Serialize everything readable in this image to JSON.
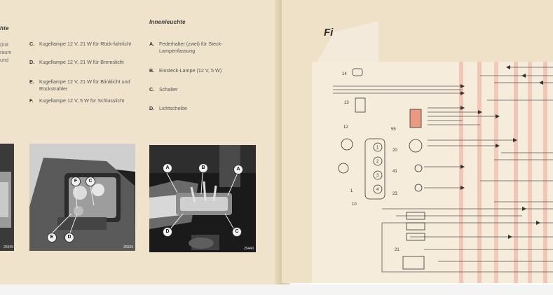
{
  "left_page": {
    "partial_heading": "hte",
    "partial_lines": [
      "(mit",
      "raum",
      "und"
    ],
    "rear_lights_items": [
      {
        "letter": "C.",
        "text": "Kugellampe 12 V, 21 W für Rück-fahrlicht"
      },
      {
        "letter": "D.",
        "text": "Kugellampe 12 V, 21 W für Bremslicht"
      },
      {
        "letter": "E.",
        "text": "Kugellampe 12 V, 21 W für Blinklicht und Rückstrahler"
      },
      {
        "letter": "F.",
        "text": "Kugellampe 12 V, 5 W für Schlusslicht"
      }
    ],
    "interior_heading": "Innenleuchte",
    "interior_items": [
      {
        "letter": "A.",
        "text": "Federhalter (zwei) für Steck-Lampenfassung"
      },
      {
        "letter": "B.",
        "text": "Einsteck-Lampe (12 V, 5 W)"
      },
      {
        "letter": "C.",
        "text": "Schalter"
      },
      {
        "letter": "D.",
        "text": "Lichtscheibe"
      }
    ],
    "photos": [
      {
        "number": "25545"
      },
      {
        "number": "25539",
        "callouts": [
          "F",
          "C",
          "E",
          "D"
        ]
      },
      {
        "number": "25443",
        "callouts": [
          "A",
          "B",
          "A",
          "D",
          "C"
        ]
      }
    ]
  },
  "right_page": {
    "figure_heading": "Fi",
    "diagram_labels": [
      "14",
      "13",
      "12",
      "55",
      "20",
      "41",
      "23",
      "1",
      "10",
      "21"
    ],
    "connector_numbers": [
      "1",
      "2",
      "3",
      "4"
    ]
  }
}
